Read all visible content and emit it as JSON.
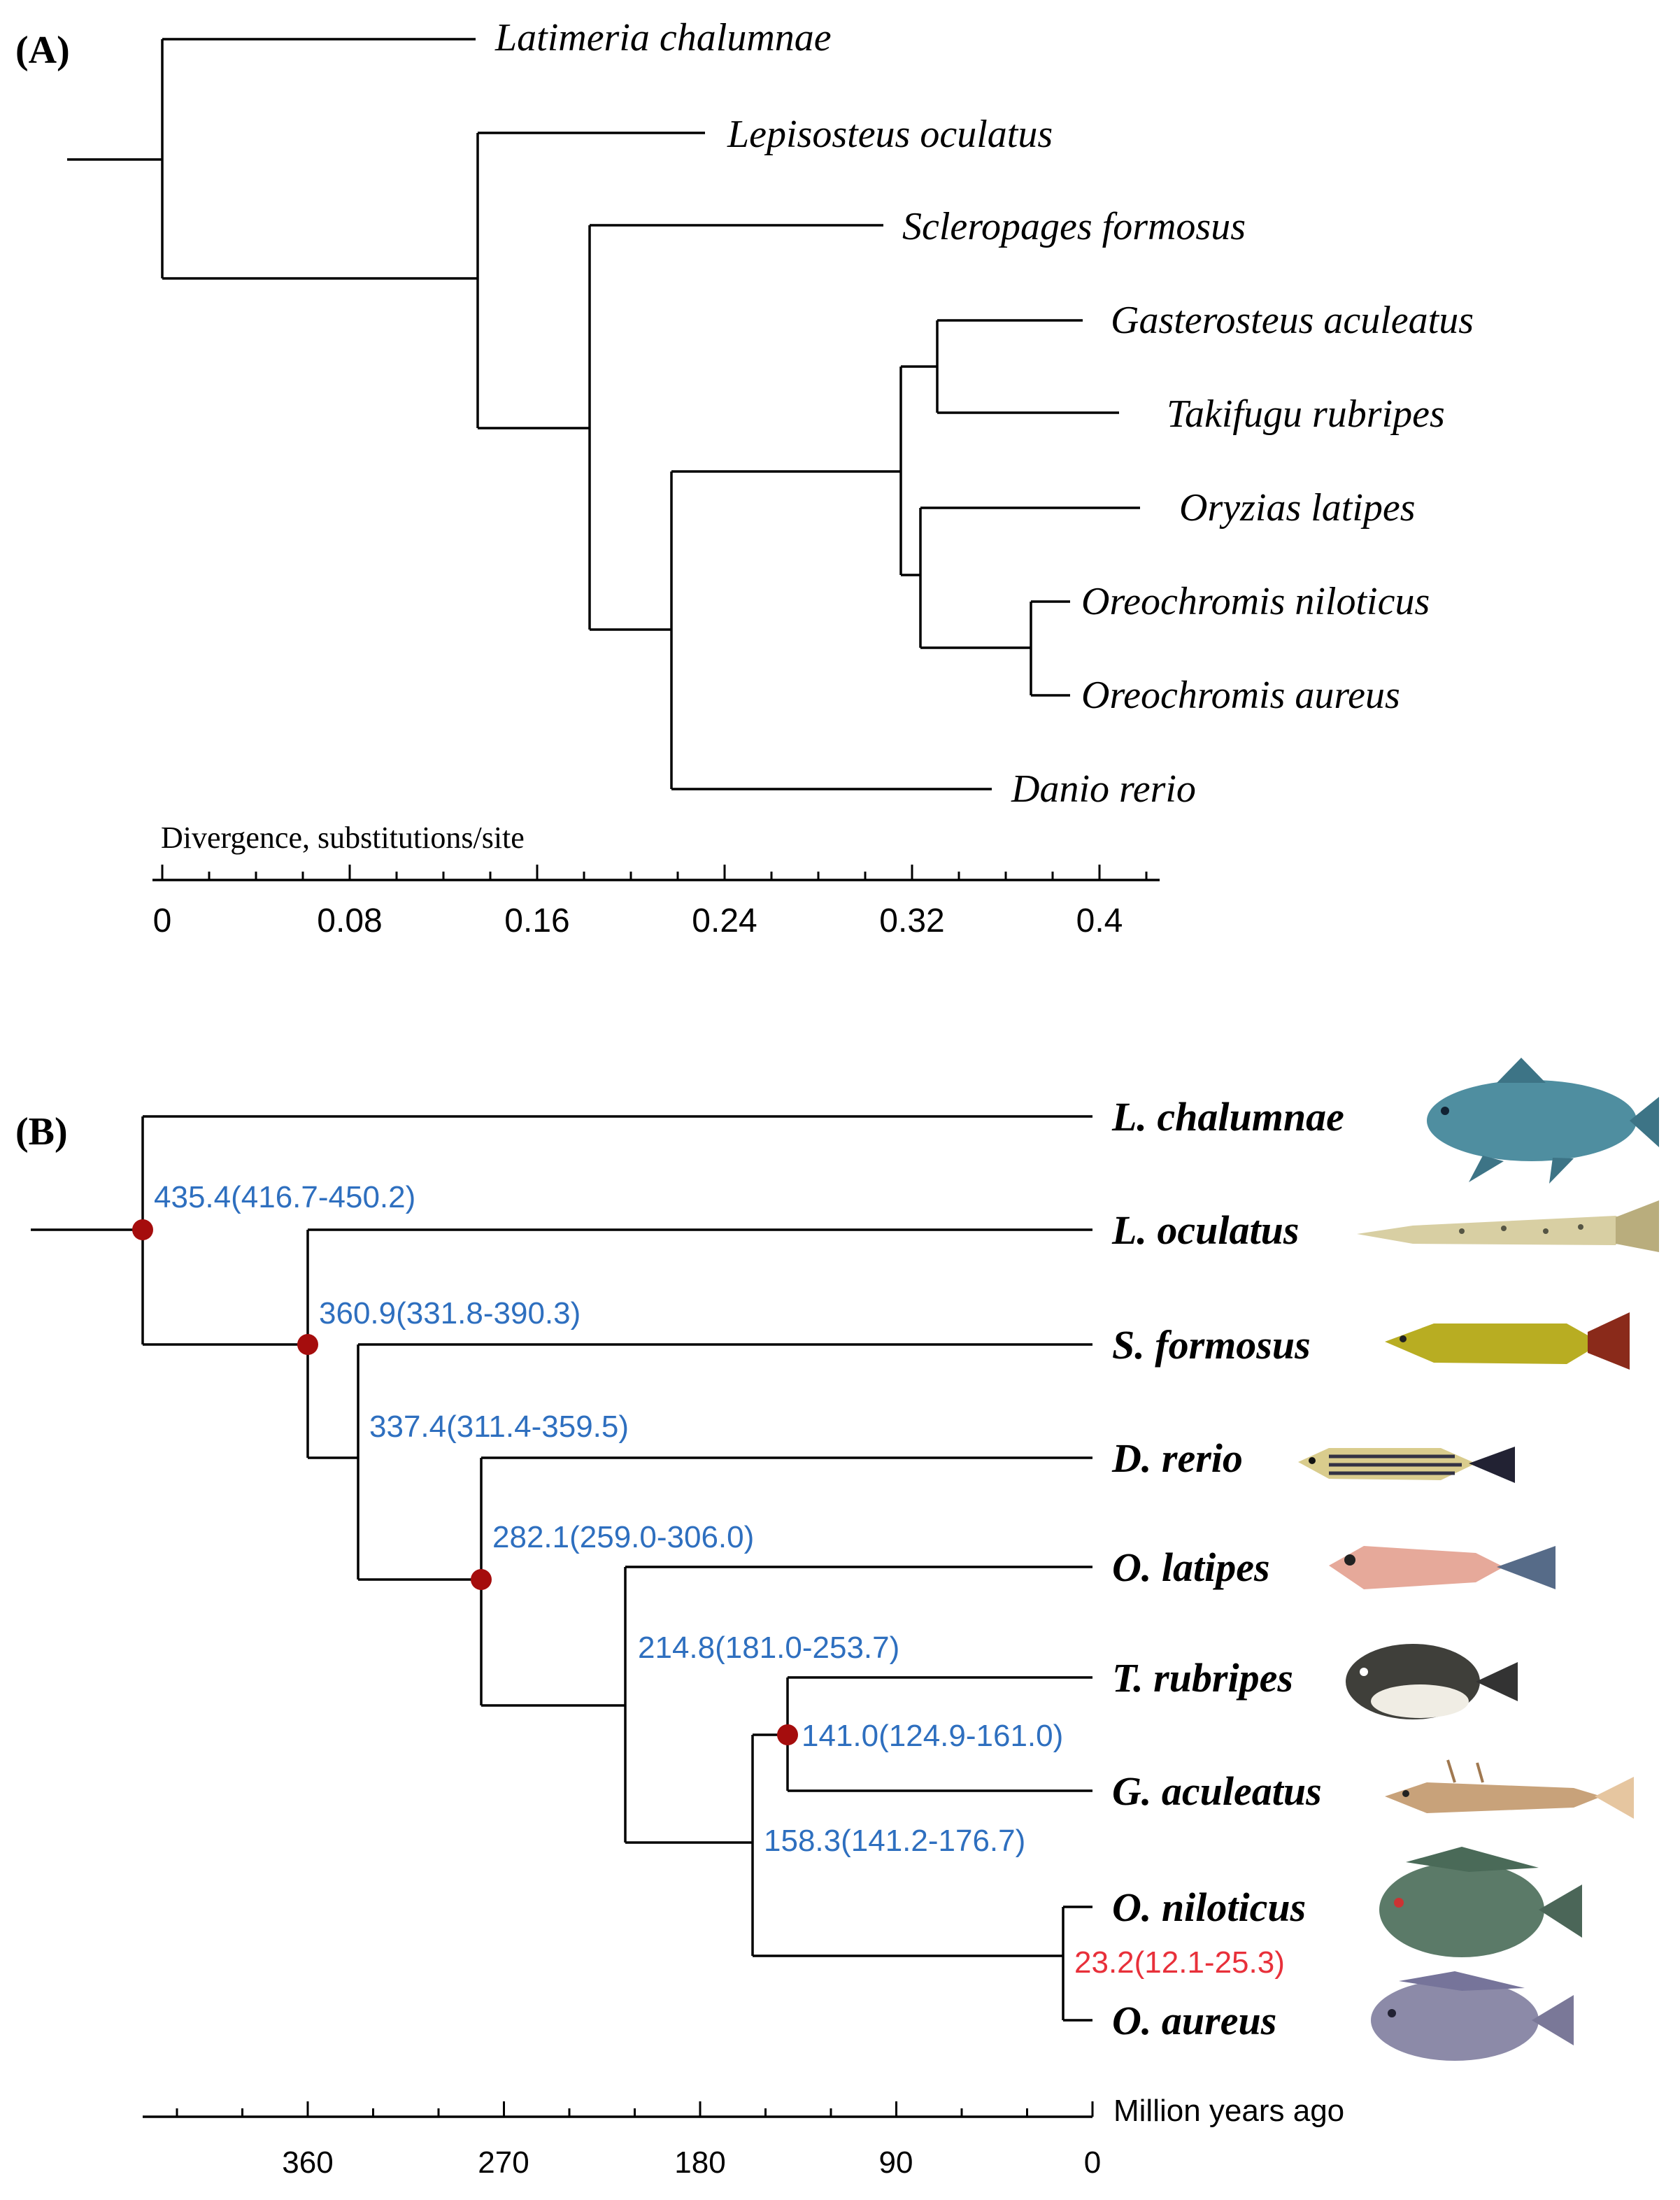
{
  "panel_a": {
    "label": "(A)",
    "taxa": [
      "Latimeria chalumnae",
      "Lepisosteus oculatus",
      "Scleropages formosus",
      "Gasterosteus aculeatus",
      "Takifugu rubripes",
      "Oryzias latipes",
      "Oreochromis niloticus",
      "Oreochromis aureus",
      "Danio rerio"
    ],
    "axis": {
      "title": "Divergence, substitutions/site",
      "tick_labels": [
        "0",
        "0.08",
        "0.16",
        "0.24",
        "0.32",
        "0.4"
      ],
      "range": [
        0,
        0.42
      ]
    }
  },
  "panel_b": {
    "label": "(B)",
    "taxa": [
      "L. chalumnae",
      "L. oculatus",
      "S. formosus",
      "D. rerio",
      "O. latipes",
      "T. rubripes",
      "G. aculeatus",
      "O. niloticus",
      "O. aureus"
    ],
    "node_labels": [
      {
        "text": "435.4(416.7-450.2)",
        "color": "#2e6fbf",
        "calibrated": true
      },
      {
        "text": "360.9(331.8-390.3)",
        "color": "#2e6fbf",
        "calibrated": true
      },
      {
        "text": "337.4(311.4-359.5)",
        "color": "#2e6fbf",
        "calibrated": false
      },
      {
        "text": "282.1(259.0-306.0)",
        "color": "#2e6fbf",
        "calibrated": true
      },
      {
        "text": "214.8(181.0-253.7)",
        "color": "#2e6fbf",
        "calibrated": false
      },
      {
        "text": "141.0(124.9-161.0)",
        "color": "#2e6fbf",
        "calibrated": true
      },
      {
        "text": "158.3(141.2-176.7)",
        "color": "#2e6fbf",
        "calibrated": false
      },
      {
        "text": "23.2(12.1-25.3)",
        "color": "#e8303a",
        "calibrated": false
      }
    ],
    "axis": {
      "title": "Million years ago",
      "tick_labels": [
        "360",
        "270",
        "180",
        "90",
        "0"
      ]
    },
    "calibration_dot_color": "#a50d0d",
    "fish_icons": [
      "coelacanth-image",
      "gar-image",
      "arowana-image",
      "zebrafish-image",
      "medaka-image",
      "pufferfish-image",
      "stickleback-image",
      "nile-tilapia-image",
      "blue-tilapia-image"
    ]
  }
}
